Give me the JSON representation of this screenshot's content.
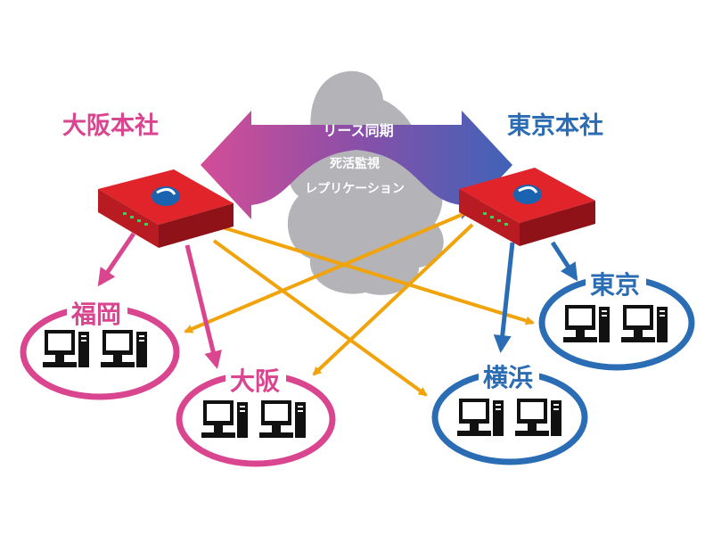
{
  "headquarters": {
    "osaka": {
      "label": "大阪本社",
      "color": "#d9458e"
    },
    "tokyo": {
      "label": "東京本社",
      "color": "#2b6db5"
    }
  },
  "sync": {
    "lease": "リース同期",
    "heartbeat": "死活監視",
    "replication": "レプリケーション"
  },
  "sites": {
    "fukuoka": {
      "label": "福岡",
      "group": "osaka"
    },
    "osaka": {
      "label": "大阪",
      "group": "osaka"
    },
    "tokyo": {
      "label": "東京",
      "group": "tokyo"
    },
    "yokohama": {
      "label": "横浜",
      "group": "tokyo"
    }
  },
  "colors": {
    "cross_link": "#f0a30a",
    "router_body": "#e0242a",
    "router_side": "#8e1218",
    "router_logo": "#1a63b0",
    "cloud": "#b3b3b8",
    "sync_left": "#d44d97",
    "sync_right": "#3f63b8"
  },
  "icons": {
    "router": "router-device-icon",
    "pc": "desktop-computer-icon"
  }
}
